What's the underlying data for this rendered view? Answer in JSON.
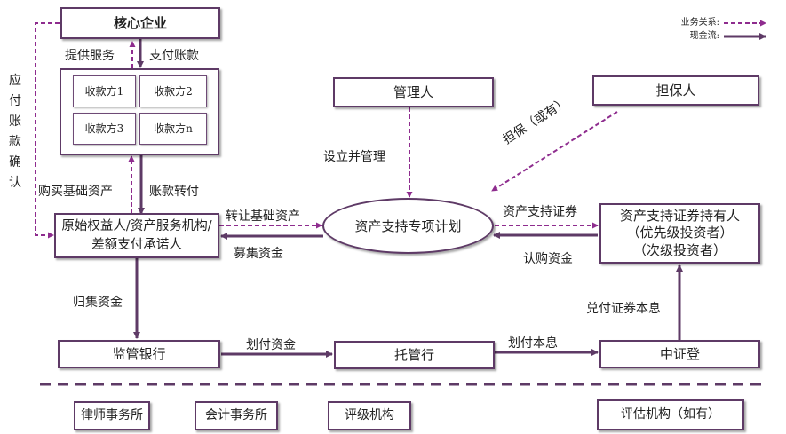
{
  "legend": {
    "business_relation": "业务关系:",
    "cash_flow": "现金流:"
  },
  "colors": {
    "border": "#5e3a66",
    "dashed": "#8e2c8e"
  },
  "nodes": {
    "core_enterprise": "核心企业",
    "payees": [
      "收款方1",
      "收款方2",
      "收款方3",
      "收款方n"
    ],
    "originator": "原始权益人/资产服务机构/差额支付承诺人",
    "originator_line1": "原始权益人/资产服务",
    "originator_line2": "机构/差额支付承诺人",
    "manager": "管理人",
    "guarantor": "担保人",
    "spv": "资产支持专项计划",
    "holders_line1": "资产支持证券持有人",
    "holders_line2": "（优先级投资者）",
    "holders_line3": "（次级投资者）",
    "supervising_bank": "监管银行",
    "custodian": "托管行",
    "csdc": "中证登",
    "others": [
      "律师事务所",
      "会计事务所",
      "评级机构",
      "评估机构（如有）"
    ]
  },
  "edges": {
    "provide_service": "提供服务",
    "pay_accounts": "支付账款",
    "ap_confirm": "应付账款确认",
    "buy_assets": "购买基础资产",
    "transfer_accounts": "账款转付",
    "transfer_assets": "转让基础资产",
    "raise_funds": "募集资金",
    "establish_manage": "设立并管理",
    "guarantee": "担保（或有）",
    "abs": "资产支持证券",
    "subscribe_funds": "认购资金",
    "collect_funds": "归集资金",
    "transfer_funds": "划付资金",
    "pay_principal_interest": "划付本息",
    "redeem": "兑付证券本息"
  }
}
